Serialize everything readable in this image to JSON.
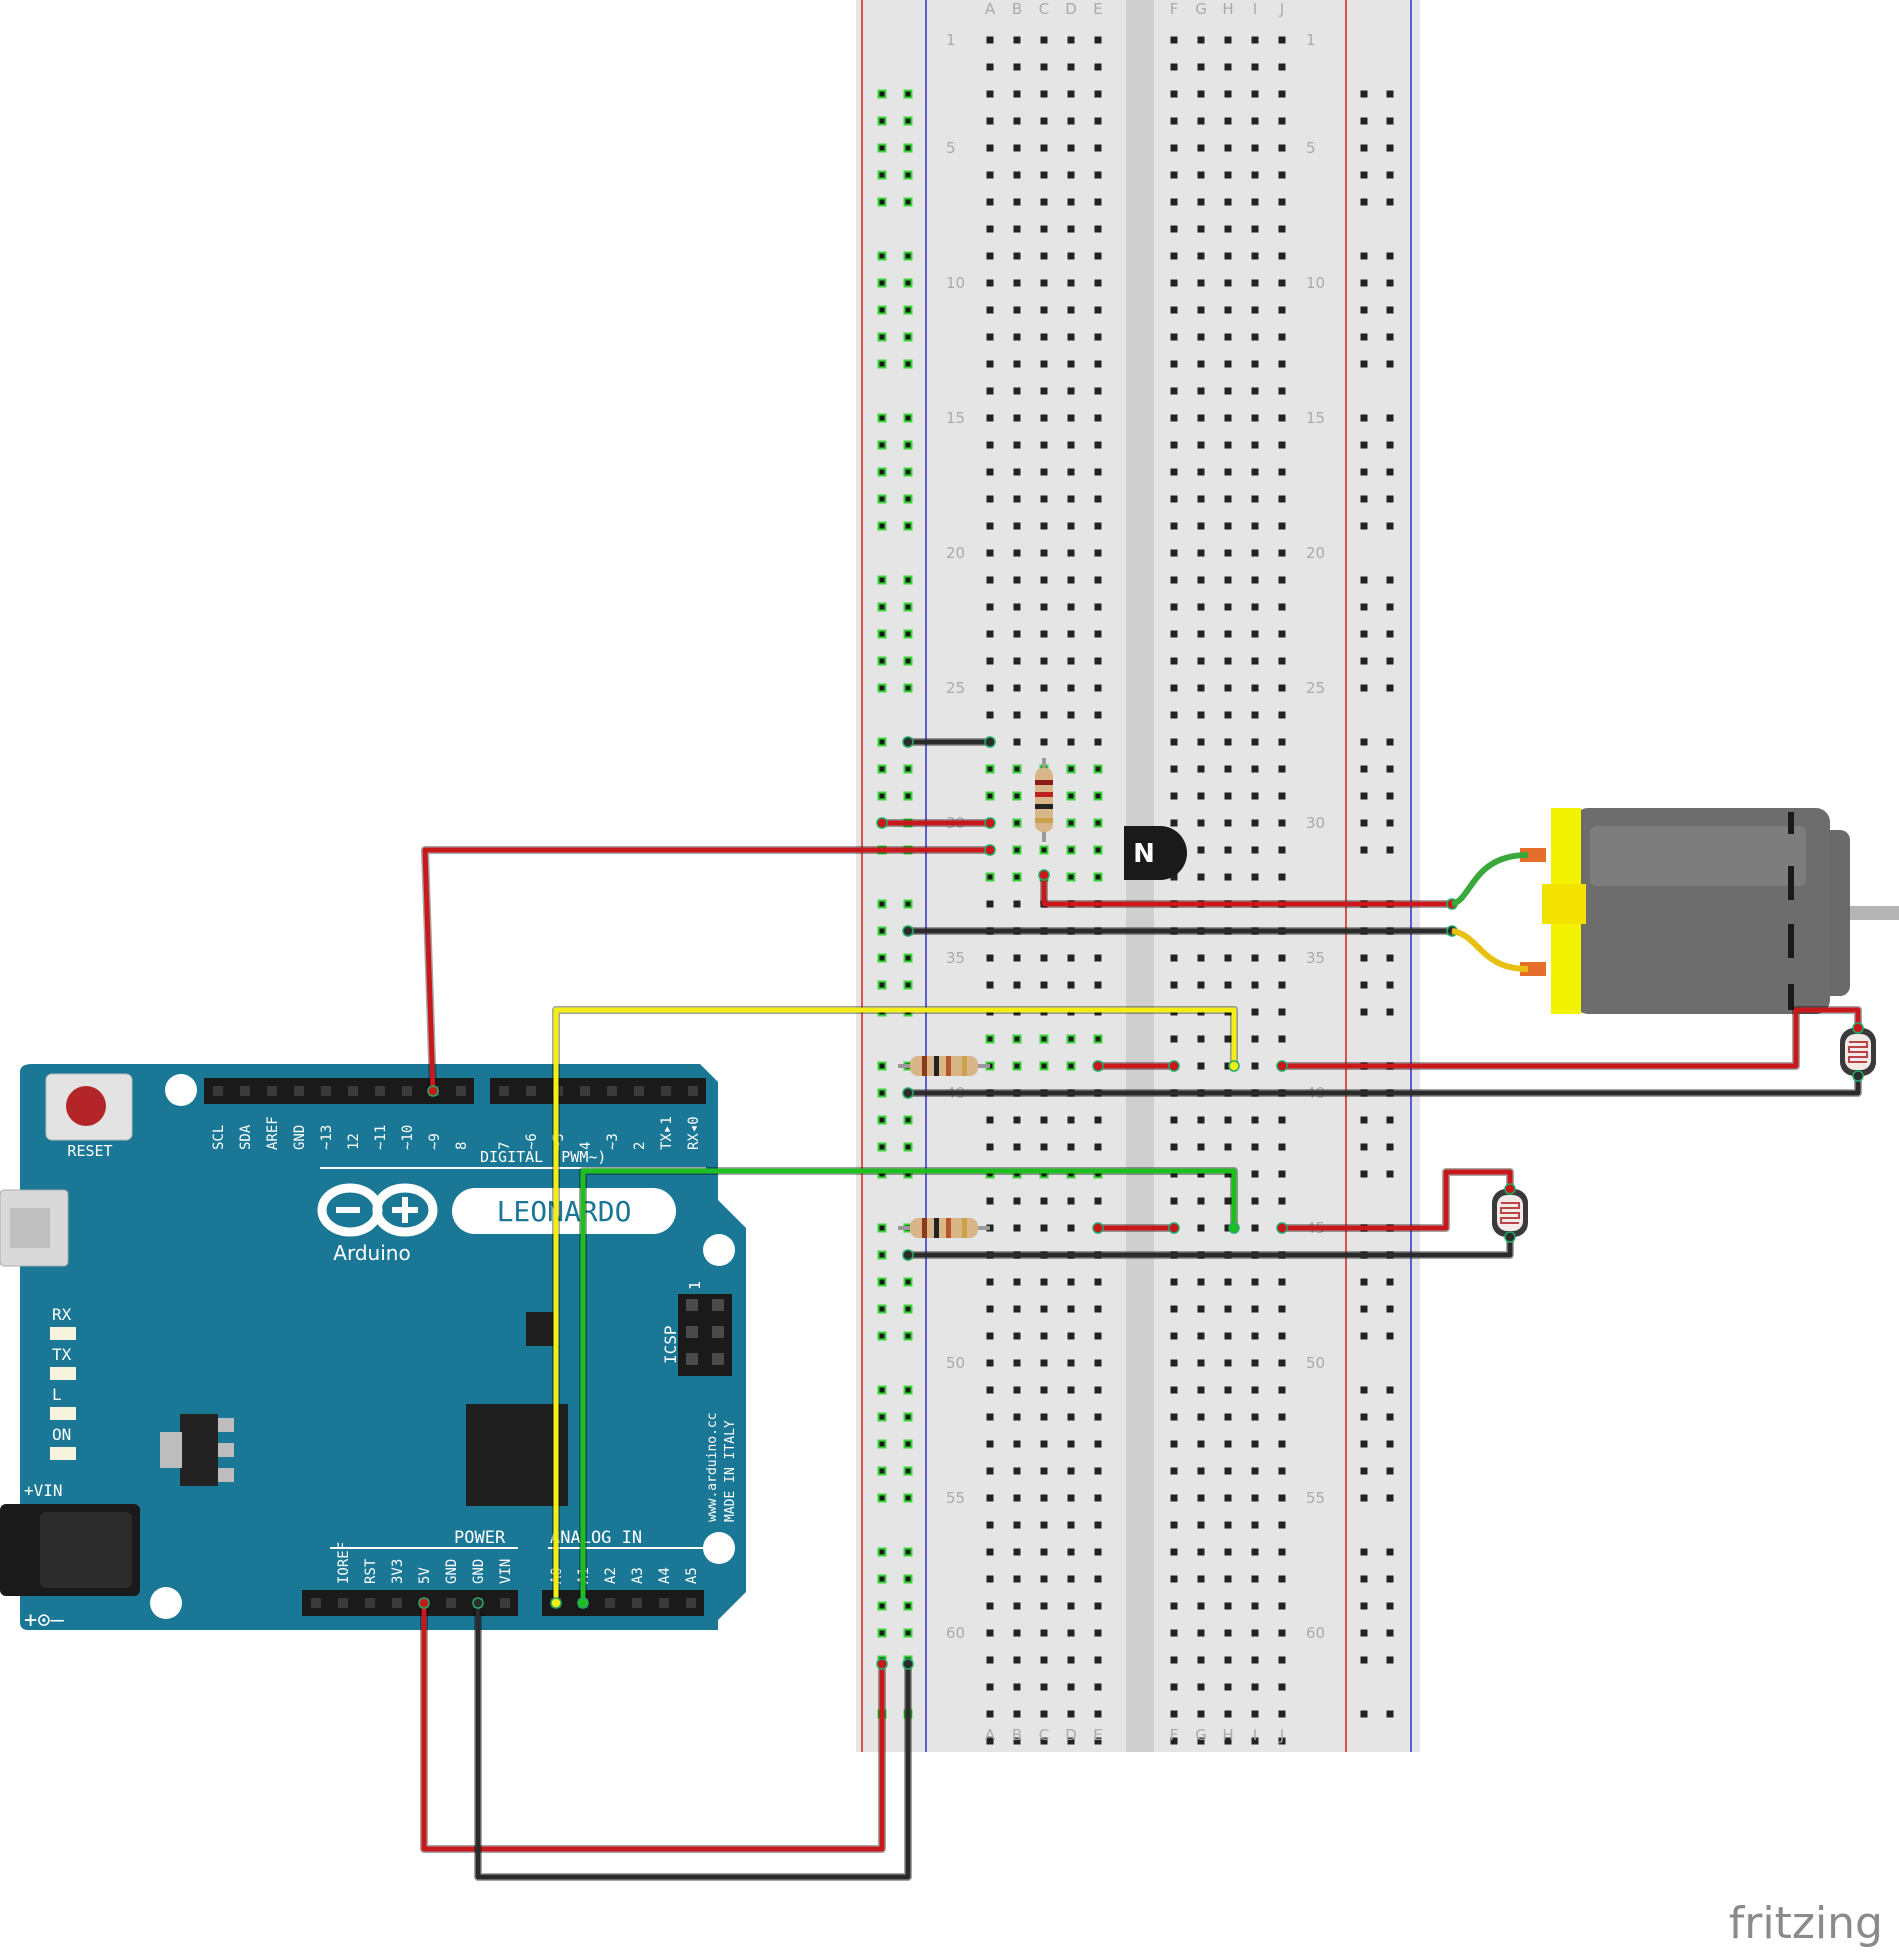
{
  "breadboard": {
    "rows": 64,
    "col_letters_left": [
      "A",
      "B",
      "C",
      "D",
      "E"
    ],
    "col_letters_right": [
      "F",
      "G",
      "H",
      "I",
      "J"
    ],
    "row_labels": [
      "1",
      "5",
      "10",
      "15",
      "20",
      "25",
      "30",
      "35",
      "40",
      "45",
      "50",
      "55",
      "60"
    ]
  },
  "arduino": {
    "logo": "Arduino",
    "model": "LEONARDO",
    "reset_label": "RESET",
    "digital_label": "DIGITAL (PWM~)",
    "power_label": "POWER",
    "analog_label": "ANALOG IN",
    "icsp_label": "ICSP",
    "icsp_pin1": "1",
    "website": "www.arduino.cc",
    "made_in": "MADE IN ITALY",
    "vin_jack_label": "+VIN",
    "polarity_label": "+⊙–",
    "leds": [
      "RX",
      "TX",
      "L",
      "ON"
    ],
    "digital_pins": [
      "SCL",
      "SDA",
      "AREF",
      "GND",
      "~13",
      "12",
      "~11",
      "~10",
      "~9",
      "8",
      "7",
      "~6",
      "~5",
      "4",
      "~3",
      "2",
      "TX▸1",
      "RX◂0"
    ],
    "power_pins": [
      "IOREF",
      "RST",
      "3V3",
      "5V",
      "GND",
      "GND",
      "VIN"
    ],
    "analog_pins": [
      "A0",
      "A1",
      "A2",
      "A3",
      "A4",
      "A5"
    ]
  },
  "transistor_mark": "N",
  "watermark": "fritzing",
  "colors": {
    "board_blue": "#1b7796",
    "wire_red": "#c9181c",
    "wire_black": "#2b2b2b",
    "wire_yellow": "#f2ee16",
    "wire_green": "#23c41e",
    "breadboard": "#e6e6e6",
    "motor_body": "#6d6d6d",
    "motor_cap": "#f3f200"
  }
}
